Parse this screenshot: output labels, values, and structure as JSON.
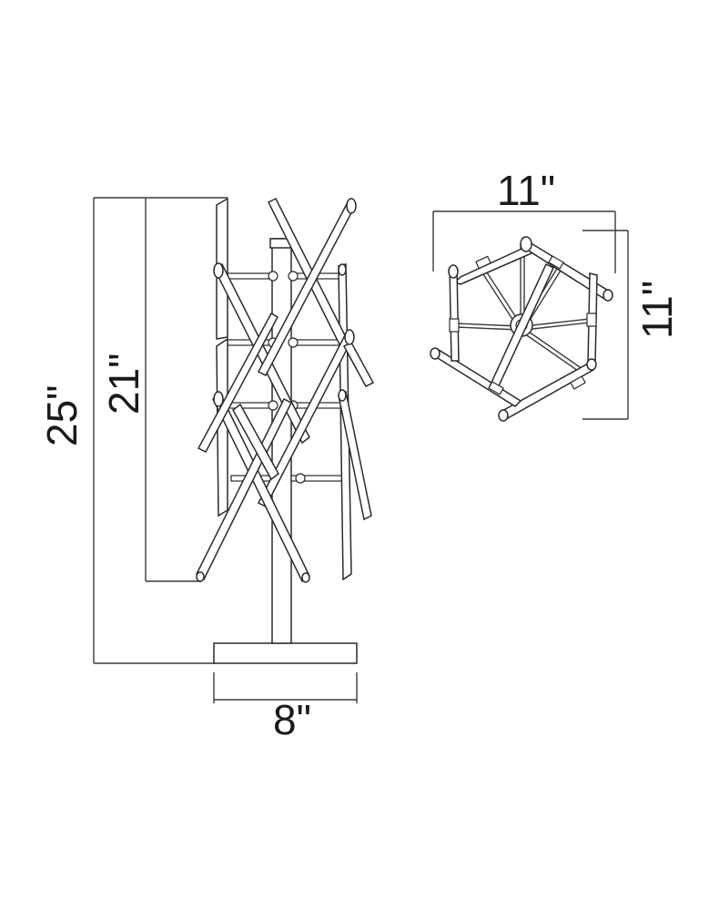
{
  "dimensions": {
    "overall_height": "25\"",
    "fixture_height": "21\"",
    "base_width": "8\"",
    "top_width": "11\"",
    "top_depth": "11\""
  }
}
